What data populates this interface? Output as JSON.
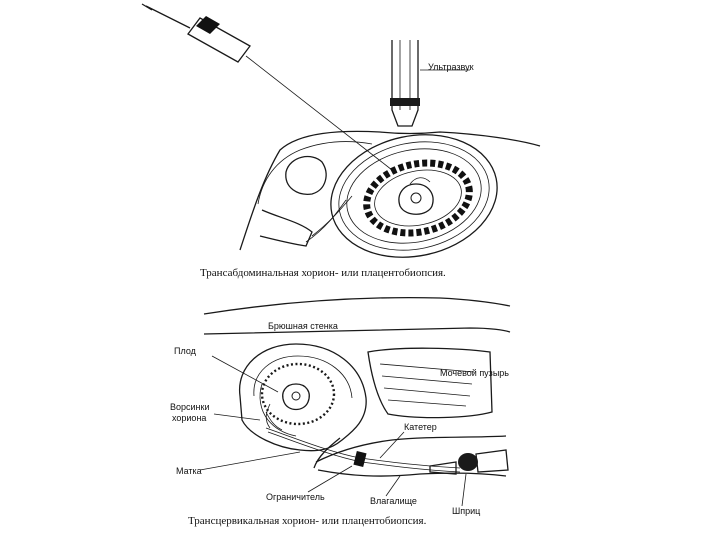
{
  "figure_top": {
    "label_ultrasound": "Ультразвук",
    "caption": "Трансабдоминальная хорион- или плацентобиопсия."
  },
  "figure_bottom": {
    "label_abdominal_wall": "Брюшная стенка",
    "label_fetus": "Плод",
    "label_bladder": "Мочевой пузырь",
    "label_villi_line1": "Ворсинки",
    "label_villi_line2": "хориона",
    "label_catheter": "Катетер",
    "label_uterus": "Матка",
    "label_limiter": "Ограничитель",
    "label_vagina": "Влагалище",
    "label_syringe": "Шприц",
    "caption": "Трансцервикальная хорион- или плацентобиопсия."
  }
}
